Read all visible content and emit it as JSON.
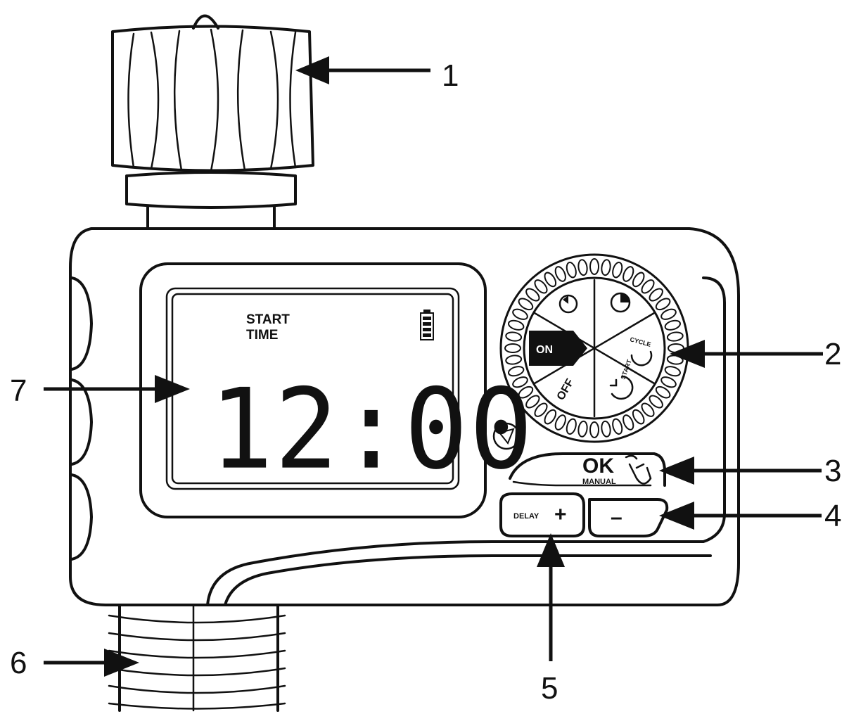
{
  "lcd": {
    "label_line1": "START",
    "label_line2": "TIME",
    "time": "12:00"
  },
  "dial": {
    "on_label": "ON",
    "off_label": "OFF",
    "cycle_label": "CYCLE",
    "start_label": "START"
  },
  "buttons": {
    "ok_label": "OK",
    "manual_label": "MANUAL",
    "delay_label": "DELAY",
    "plus_label": "+",
    "minus_label": "–"
  },
  "callouts": [
    {
      "id": "1",
      "label": "1"
    },
    {
      "id": "2",
      "label": "2"
    },
    {
      "id": "3",
      "label": "3"
    },
    {
      "id": "4",
      "label": "4"
    },
    {
      "id": "5",
      "label": "5"
    },
    {
      "id": "6",
      "label": "6"
    },
    {
      "id": "7",
      "label": "7"
    }
  ],
  "icons": [
    "battery-icon",
    "refresh-icon",
    "moon-icon",
    "cycle-icon",
    "clock-start-icon",
    "hand-icon",
    "triangle-icon",
    "thread-icon"
  ],
  "colors": {
    "ink": "#111111",
    "paper": "#ffffff"
  }
}
